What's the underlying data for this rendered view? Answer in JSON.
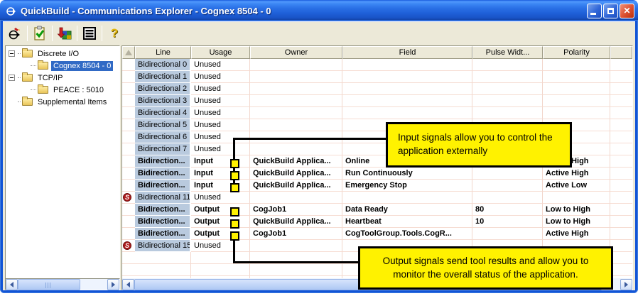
{
  "window": {
    "title": "QuickBuild - Communications Explorer - Cognex 8504 - 0",
    "app_icon": "quickbuild-arrow-icon",
    "controls": [
      "minimize",
      "maximize",
      "close"
    ]
  },
  "toolbar": {
    "buttons": [
      {
        "icon": "connection-wizard-icon"
      },
      {
        "icon": "validate-clipboard-check-icon"
      },
      {
        "icon": "import-grid-arrow-icon"
      },
      {
        "icon": "list-view-icon"
      },
      {
        "icon": "help-icon",
        "glyph": "?"
      }
    ]
  },
  "tree": {
    "items": [
      {
        "label": "Discrete I/O",
        "level": 0,
        "expander": true,
        "selected": false
      },
      {
        "label": "Cognex 8504 - 0",
        "level": 1,
        "expander": false,
        "selected": true
      },
      {
        "label": "TCP/IP",
        "level": 0,
        "expander": true,
        "selected": false
      },
      {
        "label": "PEACE : 5010",
        "level": 1,
        "expander": false,
        "selected": false
      },
      {
        "label": "Supplemental Items",
        "level": 0,
        "expander": false,
        "selected": false
      }
    ]
  },
  "table": {
    "columns": [
      "Line",
      "Usage",
      "Owner",
      "Field",
      "Pulse Widt...",
      "Polarity"
    ],
    "sort_icon": "sort-triangle-icon",
    "rows": [
      {
        "line": "Bidirectional 0",
        "usage": "Unused",
        "owner": "",
        "field": "",
        "pulse": "",
        "polarity": "",
        "used": false,
        "s": false
      },
      {
        "line": "Bidirectional 1",
        "usage": "Unused",
        "owner": "",
        "field": "",
        "pulse": "",
        "polarity": "",
        "used": false,
        "s": false
      },
      {
        "line": "Bidirectional 2",
        "usage": "Unused",
        "owner": "",
        "field": "",
        "pulse": "",
        "polarity": "",
        "used": false,
        "s": false
      },
      {
        "line": "Bidirectional 3",
        "usage": "Unused",
        "owner": "",
        "field": "",
        "pulse": "",
        "polarity": "",
        "used": false,
        "s": false
      },
      {
        "line": "Bidirectional 4",
        "usage": "Unused",
        "owner": "",
        "field": "",
        "pulse": "",
        "polarity": "",
        "used": false,
        "s": false
      },
      {
        "line": "Bidirectional 5",
        "usage": "Unused",
        "owner": "",
        "field": "",
        "pulse": "",
        "polarity": "",
        "used": false,
        "s": false
      },
      {
        "line": "Bidirectional 6",
        "usage": "Unused",
        "owner": "",
        "field": "",
        "pulse": "",
        "polarity": "",
        "used": false,
        "s": false
      },
      {
        "line": "Bidirectional 7",
        "usage": "Unused",
        "owner": "",
        "field": "",
        "pulse": "",
        "polarity": "",
        "used": false,
        "s": false
      },
      {
        "line": "Bidirection...",
        "usage": "Input",
        "owner": "QuickBuild Applica...",
        "field": "Online",
        "pulse": "",
        "polarity": "Active High",
        "used": true,
        "s": false
      },
      {
        "line": "Bidirection...",
        "usage": "Input",
        "owner": "QuickBuild Applica...",
        "field": "Run Continuously",
        "pulse": "",
        "polarity": "Active High",
        "used": true,
        "s": false
      },
      {
        "line": "Bidirection...",
        "usage": "Input",
        "owner": "QuickBuild Applica...",
        "field": "Emergency Stop",
        "pulse": "",
        "polarity": "Active Low",
        "used": true,
        "s": false
      },
      {
        "line": "Bidirectional 11",
        "usage": "Unused",
        "owner": "",
        "field": "",
        "pulse": "",
        "polarity": "",
        "used": false,
        "s": true
      },
      {
        "line": "Bidirection...",
        "usage": "Output",
        "owner": "CogJob1",
        "field": "Data Ready",
        "pulse": "80",
        "polarity": "Low to High",
        "used": true,
        "s": false
      },
      {
        "line": "Bidirection...",
        "usage": "Output",
        "owner": "QuickBuild Applica...",
        "field": "Heartbeat",
        "pulse": "10",
        "polarity": "Low to High",
        "used": true,
        "s": false
      },
      {
        "line": "Bidirection...",
        "usage": "Output",
        "owner": "CogJob1",
        "field": "CogToolGroup.Tools.CogR...",
        "pulse": "",
        "polarity": "Active High",
        "used": true,
        "s": false
      },
      {
        "line": "Bidirectional 15",
        "usage": "Unused",
        "owner": "",
        "field": "",
        "pulse": "",
        "polarity": "",
        "used": false,
        "s": true
      }
    ]
  },
  "callouts": [
    {
      "text": "Input signals allow you to control the application externally"
    },
    {
      "text": "Output signals send tool results and allow you to monitor the overall status of the application."
    }
  ],
  "colors": {
    "callout_yellow": "#FFF200",
    "titlebar_blue": "#2A70E6",
    "frame_blue": "#1254D6",
    "selection_blue": "#316AC5",
    "line_cell_blue": "#B9CADE",
    "grid_line_pink": "#F2D6CB",
    "toolbar_beige": "#ECE9D8",
    "s_badge_red": "#B01E1E"
  }
}
